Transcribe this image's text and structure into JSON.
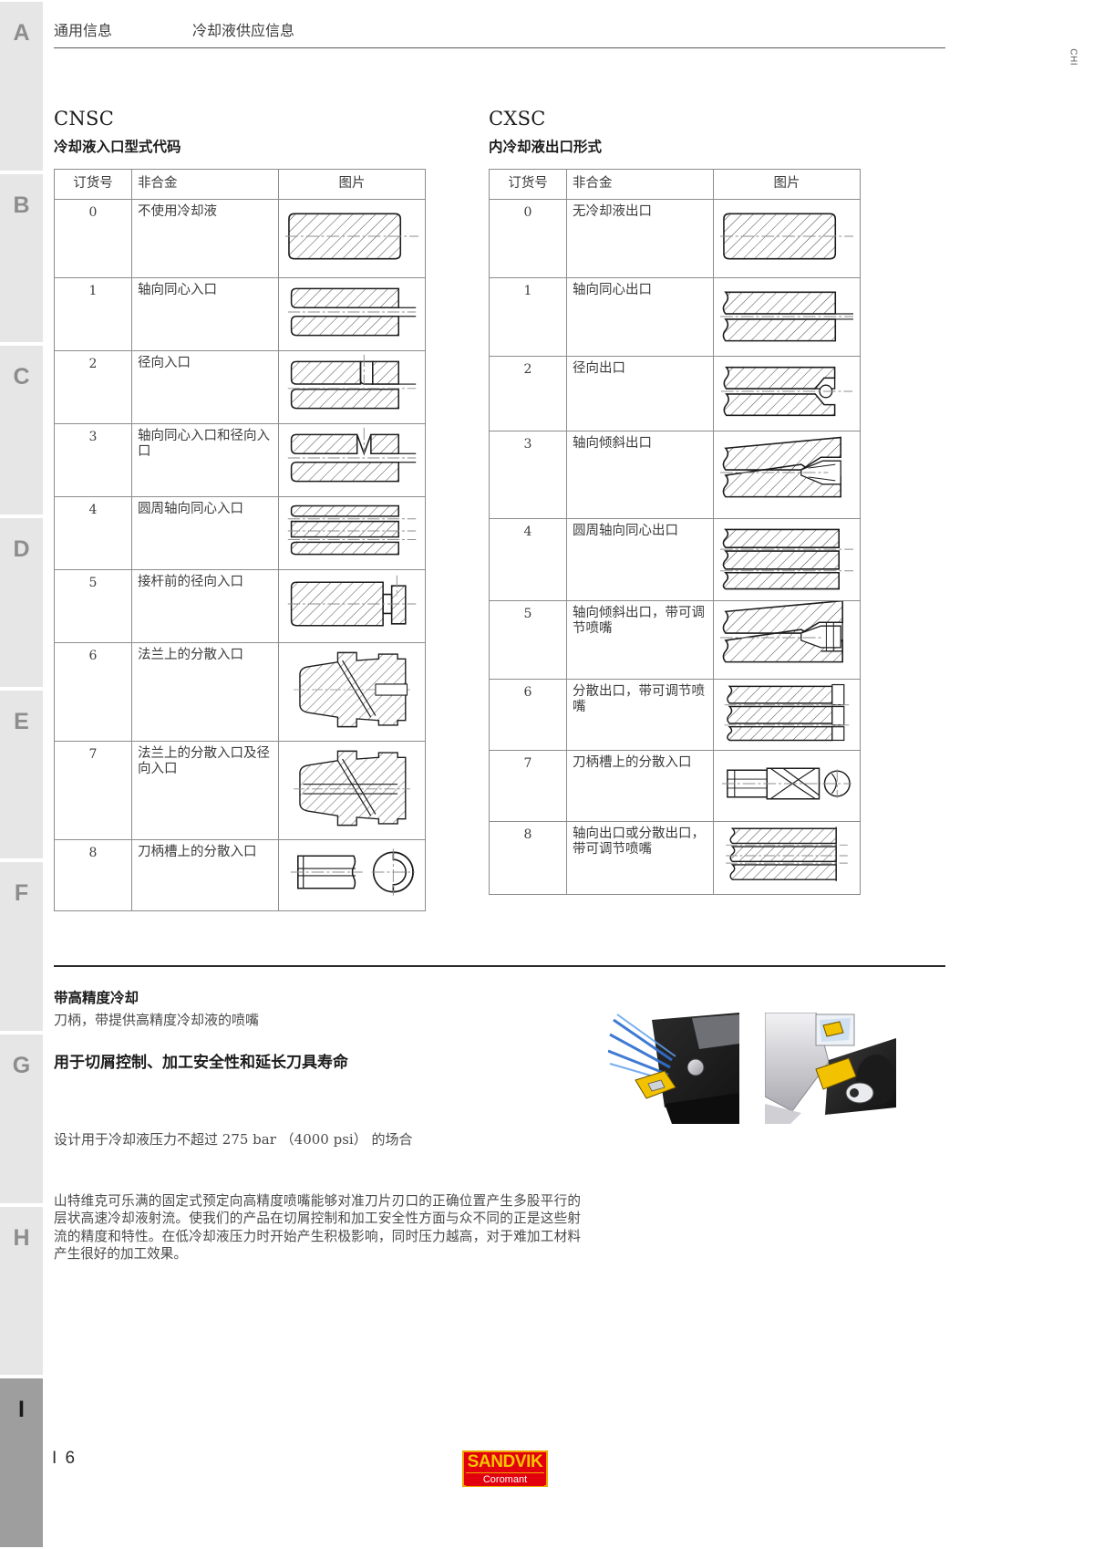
{
  "header": {
    "section": "通用信息",
    "topic": "冷却液供应信息",
    "lang_code": "CHI"
  },
  "left_table": {
    "code": "CNSC",
    "subtitle": "冷却液入口型式代码",
    "columns": [
      "订货号",
      "非合金",
      "图片"
    ],
    "rows": [
      {
        "order": "0",
        "desc": "不使用冷却液",
        "pic": "solid-shank"
      },
      {
        "order": "1",
        "desc": "轴向同心入口",
        "pic": "axial-central-bore"
      },
      {
        "order": "2",
        "desc": "径向入口",
        "pic": "radial-inlet"
      },
      {
        "order": "3",
        "desc": "轴向同心入口和径向入口",
        "pic": "axial-and-radial-inlet"
      },
      {
        "order": "4",
        "desc": "圆周轴向同心入口",
        "pic": "circumferential-axial-bores"
      },
      {
        "order": "5",
        "desc": "接杆前的径向入口",
        "pic": "radial-inlet-front"
      },
      {
        "order": "6",
        "desc": "法兰上的分散入口",
        "pic": "flange-distributed-inlet"
      },
      {
        "order": "7",
        "desc": "法兰上的分散入口及径向入口",
        "pic": "flange-distributed-and-radial-inlet"
      },
      {
        "order": "8",
        "desc": "刀柄槽上的分散入口",
        "pic": "shank-groove-inlet"
      }
    ]
  },
  "right_table": {
    "code": "CXSC",
    "subtitle": "内冷却液出口形式",
    "columns": [
      "订货号",
      "非合金",
      "图片"
    ],
    "rows": [
      {
        "order": "0",
        "desc": "无冷却液出口",
        "pic": "solid-shank"
      },
      {
        "order": "1",
        "desc": "轴向同心出口",
        "pic": "axial-central-outlet"
      },
      {
        "order": "2",
        "desc": "径向出口",
        "pic": "radial-outlet"
      },
      {
        "order": "3",
        "desc": "轴向倾斜出口",
        "pic": "axial-inclined-outlet"
      },
      {
        "order": "4",
        "desc": "圆周轴向同心出口",
        "pic": "circumferential-axial-outlet"
      },
      {
        "order": "5",
        "desc": "轴向倾斜出口，带可调节喷嘴",
        "pic": "axial-inclined-outlet-nozzle"
      },
      {
        "order": "6",
        "desc": "分散出口，带可调节喷嘴",
        "pic": "distributed-outlet-nozzle"
      },
      {
        "order": "7",
        "desc": "刀柄槽上的分散入口",
        "pic": "shank-groove-drill"
      },
      {
        "order": "8",
        "desc": "轴向出口或分散出口，带可调节喷嘴",
        "pic": "axial-or-distributed-outlet-nozzle"
      }
    ]
  },
  "feature": {
    "heading": "带高精度冷却",
    "subheading": "刀柄，带提供高精度冷却液的喷嘴",
    "bold_line": "用于切屑控制、加工安全性和延长刀具寿命",
    "note": "设计用于冷却液压力不超过 275 bar （4000 psi） 的场合",
    "body": "山特维克可乐满的固定式预定向高精度喷嘴能够对准刀片刃口的正确位置产生多股平行的层状高速冷却液射流。使我们的产品在切屑控制和加工安全性方面与众不同的正是这些射流的精度和特性。在低冷却液压力时开始产生积极影响，同时压力越高，对于难加工材料产生很好的加工效果。"
  },
  "tabs": [
    {
      "label": "A",
      "active": false
    },
    {
      "label": "B",
      "active": false
    },
    {
      "label": "C",
      "active": false
    },
    {
      "label": "D",
      "active": false
    },
    {
      "label": "E",
      "active": false
    },
    {
      "label": "F",
      "active": false
    },
    {
      "label": "G",
      "active": false
    },
    {
      "label": "H",
      "active": false
    },
    {
      "label": "I",
      "active": true
    }
  ],
  "footer": {
    "page_number": "I 6",
    "logo_brand": "SANDVIK",
    "logo_sub": "Coromant"
  },
  "colors": {
    "tab_inactive_bg": "#e6e6e6",
    "tab_active_bg": "#9e9e9e",
    "logo_red": "#e2000f",
    "logo_yellow": "#f5c400",
    "rule": "#5a5a5a",
    "table_border": "#8c8c8c"
  }
}
